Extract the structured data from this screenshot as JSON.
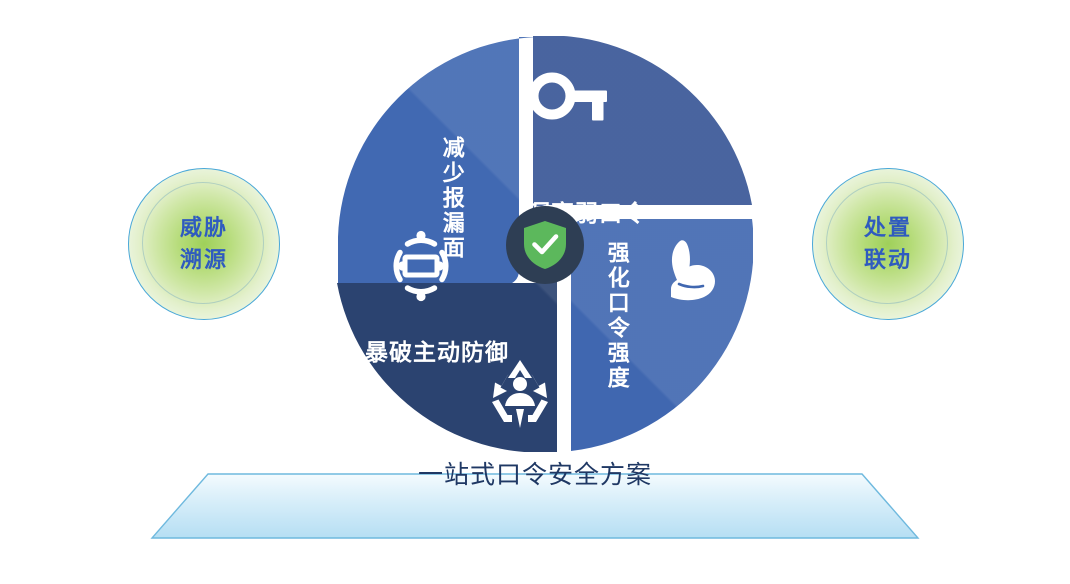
{
  "infographic": {
    "caption": "一站式口令安全方案",
    "center": {
      "icon": "green-shield-check-icon"
    },
    "quadrants": [
      {
        "id": "top-left",
        "label": "减少报漏面",
        "orientation": "vertical",
        "icon": "scan-target-icon",
        "color": "#4169b2"
      },
      {
        "id": "top-right",
        "label": "洞察弱口令",
        "orientation": "horizontal",
        "icon": "key-icon",
        "color": "#3a5897"
      },
      {
        "id": "bottom-right",
        "label": "强化口令强度",
        "orientation": "vertical",
        "icon": "flexed-biceps-icon",
        "color": "#4067b0"
      },
      {
        "id": "bottom-left",
        "label": "暴破主动防御",
        "orientation": "horizontal",
        "icon": "recycle-person-icon",
        "color": "#2b4370"
      }
    ],
    "badges": [
      {
        "id": "left",
        "line1": "威胁",
        "line2": "溯源"
      },
      {
        "id": "right",
        "line1": "处置",
        "line2": "联动"
      }
    ],
    "colors": {
      "accent_blue": "#2f5bbf",
      "badge_ring": "#4aa8d8",
      "hub_navy": "#2e3e54",
      "shield_green": "#5cb85c",
      "caption_navy": "#1f3864",
      "platform_blue": "#b9e0f2"
    }
  }
}
